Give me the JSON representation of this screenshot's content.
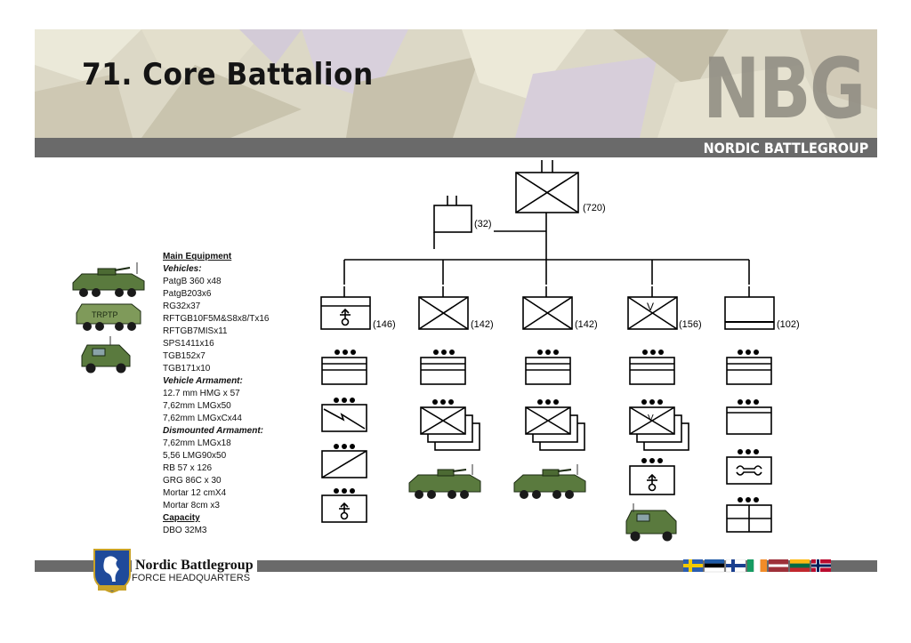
{
  "header": {
    "title": "71. Core Battalion",
    "logo_text": "NBG",
    "bar_text": "NORDIC BATTLEGROUP"
  },
  "org_chart": {
    "hq_count": "(720)",
    "staff_count": "(32)",
    "companies": [
      {
        "symbol": "mechanized-infantry-support",
        "count": "(146)"
      },
      {
        "symbol": "mechanized-infantry",
        "count": "(142)"
      },
      {
        "symbol": "mechanized-infantry",
        "count": "(142)"
      },
      {
        "symbol": "mechanized-infantry-v",
        "count": "(156)"
      },
      {
        "symbol": "logistics",
        "count": "(102)"
      }
    ],
    "marks": {
      "v": "V",
      "apc_badge": "TRPTP"
    }
  },
  "equipment": {
    "title": "Main Equipment",
    "sections": [
      {
        "heading": "Vehicles:",
        "items": [
          "PatgB 360 x48",
          "PatgB203x6",
          "RG32x37",
          "RFTGB10F5M&S8x8/Tx16",
          "RFTGB7MISx11",
          "SPS1411x16",
          "TGB152x7",
          "TGB171x10"
        ]
      },
      {
        "heading": "Vehicle Armament:",
        "items": [
          "12.7 mm HMG x 57",
          "7,62mm LMGx50",
          "7,62mm LMGxCx44"
        ]
      },
      {
        "heading": "Dismounted Armament:",
        "items": [
          "7,62mm LMGx18",
          "5,56 LMG90x50",
          "RB 57 x 126",
          "GRG 86C x 30",
          "Mortar 12 cmX4",
          "Mortar 8cm x3"
        ]
      }
    ],
    "capacity_heading": "Capacity",
    "capacity_items": [
      "DBO 32M3"
    ]
  },
  "footer": {
    "org_name": "Nordic Battlegroup",
    "org_sub": "FORCE HEADQUARTERS",
    "flags": [
      "sweden",
      "estonia",
      "finland",
      "ireland",
      "latvia",
      "lithuania",
      "norway"
    ]
  },
  "colors": {
    "bar_grey": "#6a6a6a",
    "camo_light": "#e6e3d1",
    "camo_mid": "#cfcab7",
    "camo_pale": "#d5ccd8",
    "vehicle_green": "#5a7a3e"
  }
}
